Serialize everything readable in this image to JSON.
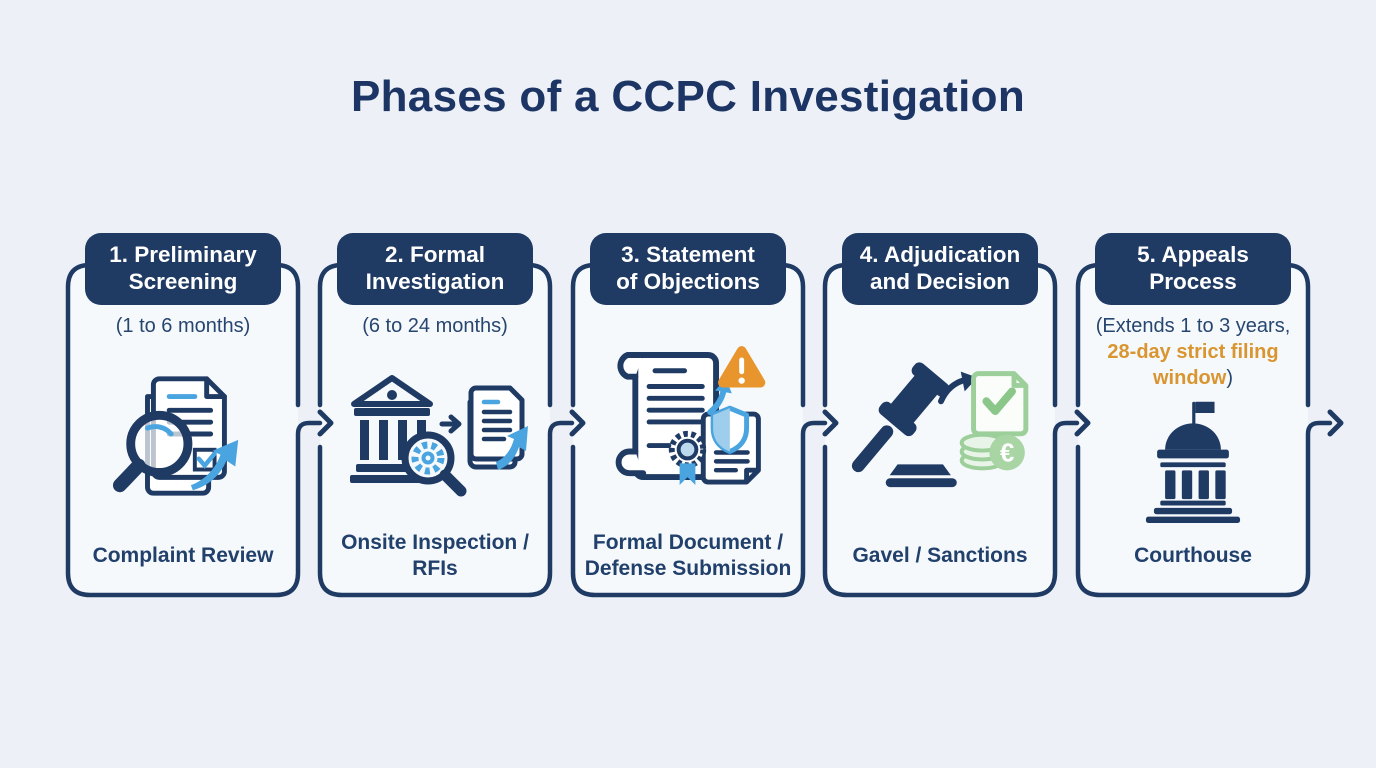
{
  "title": "Phases of a CCPC Investigation",
  "palette": {
    "navy": "#1f3a63",
    "blue": "#49a4e0",
    "orange": "#d9952f",
    "green": "#9ccf99",
    "background": "#edf1f7",
    "card_background": "#f6f9fc",
    "badge_text": "#ffffff"
  },
  "phases": [
    {
      "badge_line1": "1. Preliminary",
      "badge_line2": "Screening",
      "duration": "(1 to 6 months)",
      "icon": "magnifier-documents",
      "caption": "Complaint Review"
    },
    {
      "badge_line1": "2. Formal",
      "badge_line2": "Investigation",
      "duration": "(6 to 24 months)",
      "icon": "bank-inspection",
      "caption": "Onsite Inspection / RFIs"
    },
    {
      "badge_line1": "3. Statement",
      "badge_line2": "of Objections",
      "icon": "document-shield-warning",
      "caption": "Formal Document / Defense Submission"
    },
    {
      "badge_line1": "4. Adjudication",
      "badge_line2": "and Decision",
      "icon": "gavel-sanctions",
      "caption": "Gavel / Sanctions"
    },
    {
      "badge_line1": "5. Appeals",
      "badge_line2": "Process",
      "duration_prefix": "(Extends 1 to 3 years,",
      "duration_highlight": "28-day strict filing window",
      "duration_suffix": ")",
      "icon": "courthouse",
      "caption": "Courthouse"
    }
  ]
}
